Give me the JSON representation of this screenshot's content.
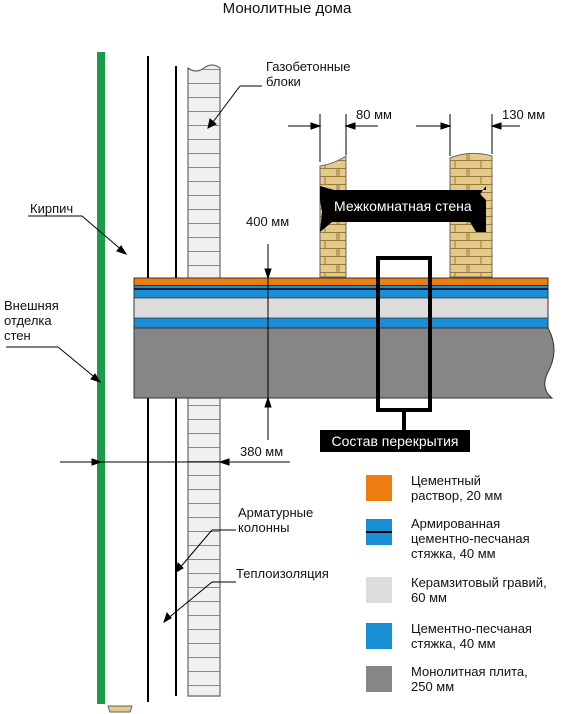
{
  "title": "Монолитные дома",
  "labels": {
    "gas_blocks": "Газобетонные\nблоки",
    "brick": "Кирпич",
    "outer_finish": "Внешняя\nотделка\nстен",
    "dim_80": "80 мм",
    "dim_130": "130 мм",
    "dim_400": "400 мм",
    "dim_380": "380 мм",
    "interior_wall": "Межкомнатная стена",
    "floor_composition": "Состав перекрытия",
    "rebar_columns": "Арматурные\nколонны",
    "insulation": "Теплоизоляция"
  },
  "colors": {
    "orange": "#ee7d10",
    "blue": "#1a8fd6",
    "light_gray": "#dcdcdc",
    "dark_gray": "#868686",
    "green": "#1e9b48",
    "brick_fill": "#e3c98a"
  },
  "legend": [
    {
      "text": "Цементный\nраствор, 20 мм",
      "color": "#ee7d10",
      "line": false
    },
    {
      "text": "Армированная\nцементно-песчаная\nстяжка, 40 мм",
      "color": "#1a8fd6",
      "line": true
    },
    {
      "text": "Керамзитовый гравий,\n60 мм",
      "color": "#dcdcdc",
      "line": false
    },
    {
      "text": "Цементно-песчаная\nстяжка, 40 мм",
      "color": "#1a8fd6",
      "line": false
    },
    {
      "text": "Монолитная плита,\n250 мм",
      "color": "#868686",
      "line": false
    }
  ]
}
